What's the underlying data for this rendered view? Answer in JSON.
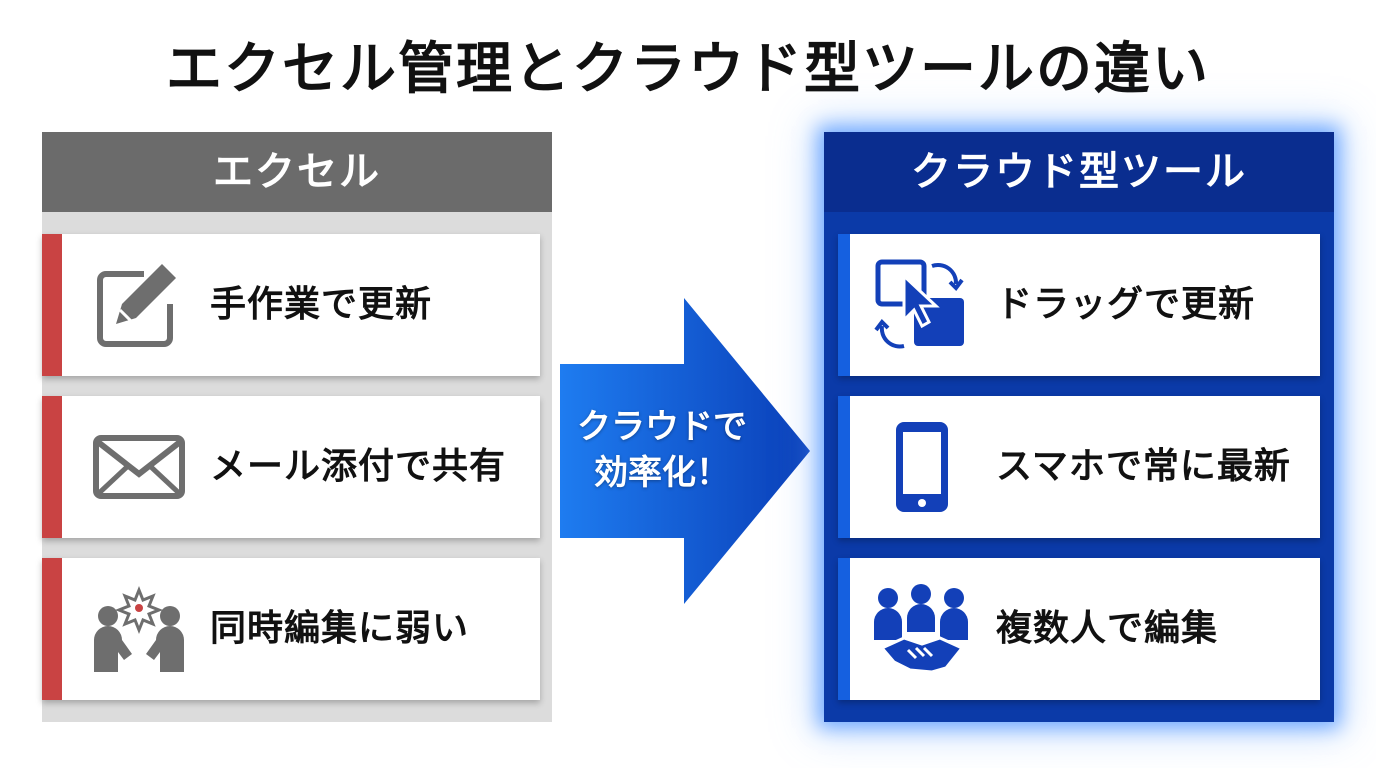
{
  "title": "エクセル管理とクラウド型ツールの違い",
  "left": {
    "header": "エクセル",
    "items": [
      {
        "label": "手作業で更新",
        "icon": "pencil-edit-icon"
      },
      {
        "label": "メール添付で共有",
        "icon": "envelope-icon"
      },
      {
        "label": "同時編集に弱い",
        "icon": "people-conflict-icon"
      }
    ]
  },
  "right": {
    "header": "クラウド型ツール",
    "items": [
      {
        "label": "ドラッグで更新",
        "icon": "drag-cursor-icon"
      },
      {
        "label": "スマホで常に最新",
        "icon": "smartphone-icon"
      },
      {
        "label": "複数人で編集",
        "icon": "team-handshake-icon"
      }
    ]
  },
  "arrow": {
    "line1": "クラウドで",
    "line2": "効率化！"
  },
  "colors": {
    "left_header": "#6b6b6b",
    "left_accent": "#c94343",
    "right_panel": "#0b3aa8",
    "right_header": "#0a2d8f",
    "right_accent": "#1560e0",
    "arrow": "#1565e6"
  }
}
